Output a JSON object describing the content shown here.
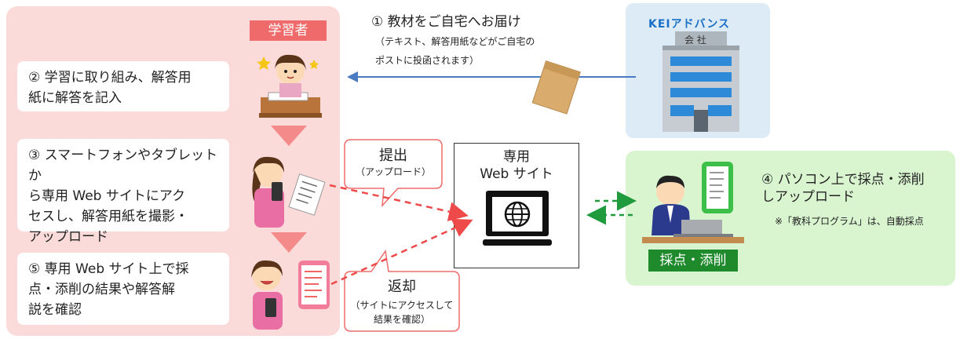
{
  "learner": {
    "tag": "学習者",
    "step2": "② 学習に取り組み、解答用\n紙に解答を記入",
    "step3": "③ スマートフォンやタブレットか\nら専用 Web サイトにアク\nセスし、解答用紙を撮影・\nアップロード",
    "step5": "⑤ 専用 Web サイト上で採\n点・添削の結果や解答解\n説を確認"
  },
  "step1": {
    "title": "① 教材をご自宅へお届け",
    "subtitle": "（テキスト、解答用紙などがご自宅の\nポストに投函されます）"
  },
  "company": {
    "logo": "KEIアドバンス",
    "sign": "会 社"
  },
  "submit_callout": {
    "label": "提出",
    "sub": "（アップロード）"
  },
  "return_callout": {
    "label": "返却",
    "sub": "（サイトにアクセスして\n結果を確認）"
  },
  "website": {
    "title": "専用\nWeb サイト"
  },
  "grader": {
    "step4": "④ パソコン上で採点・添削\n しアップロード",
    "note": "※「教科プログラム」は、自動採点",
    "tag": "採点・添削"
  },
  "colors": {
    "learner_bg": "#fbdada",
    "grader_bg": "#d9f5d0",
    "company_bg": "#dcebf5",
    "accent_red": "#ef6b6b",
    "accent_green": "#1f8a2c",
    "delivery_arrow": "#4a7ac0"
  }
}
